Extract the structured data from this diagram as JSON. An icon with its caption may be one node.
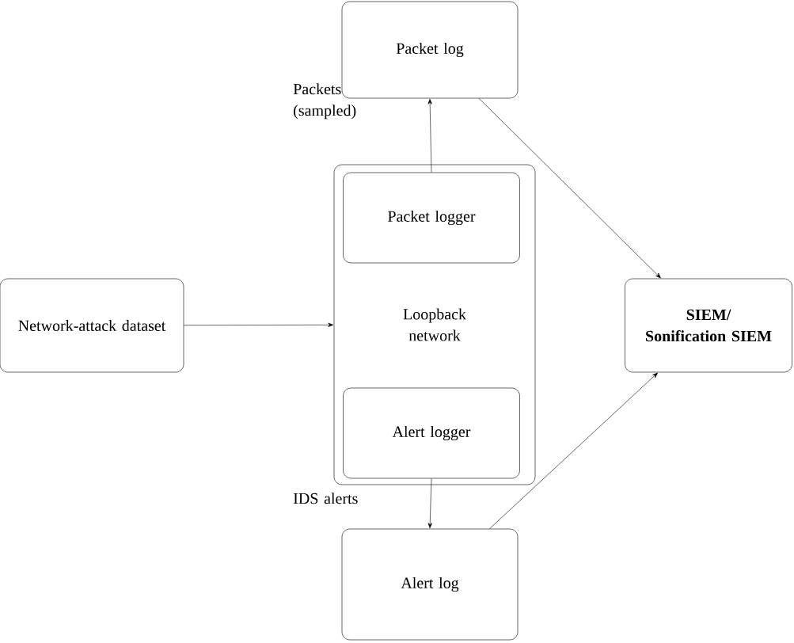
{
  "diagram": {
    "nodes": [
      {
        "text": [
          "Network-attack dataset"
        ]
      },
      {
        "text": [
          "Loopback network"
        ]
      },
      {
        "text": [
          "Packet logger"
        ],
        "in": 1
      },
      {
        "text": [
          "Alert logger"
        ],
        "in": 1
      },
      {
        "text": [
          "Packet log"
        ]
      },
      {
        "text": [
          "Alert log"
        ]
      },
      {
        "text": [
          "SIEM/ Sonification SIEM"
        ]
      }
    ],
    "edges": [
      {
        "from": 0,
        "to": 1,
        "arrow": "to"
      },
      {
        "from": 2,
        "to": 4,
        "arrow": "to",
        "label": "Packets (sampled)"
      },
      {
        "from": 3,
        "to": 5,
        "arrow": "to",
        "label": "IDS alerts"
      },
      {
        "from": 4,
        "to": 6,
        "arrow": "to"
      },
      {
        "from": 5,
        "to": 6,
        "arrow": "to"
      }
    ]
  }
}
